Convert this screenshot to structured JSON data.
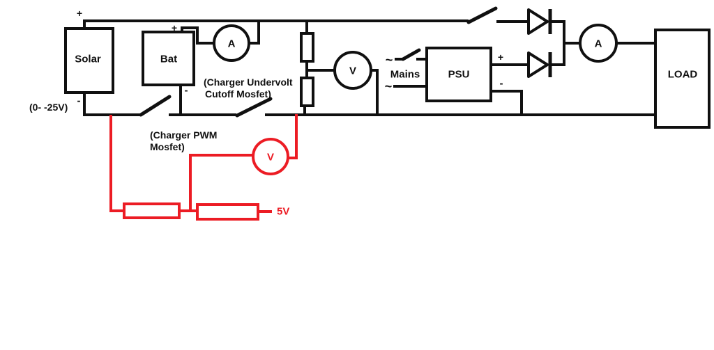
{
  "colors": {
    "ink": "#101010",
    "accent_red": "#ec1c24",
    "background": "#ffffff"
  },
  "components": {
    "solar": {
      "label": "Solar",
      "plus": "+",
      "minus": "-",
      "range_note": "(0- -25V)"
    },
    "battery": {
      "label": "Bat",
      "plus": "+",
      "minus": "-"
    },
    "battery_ammeter": {
      "label": "A"
    },
    "divider_voltmeter": {
      "label": "V"
    },
    "mains": {
      "label": "Mains",
      "ac_top": "~",
      "ac_bottom": "~"
    },
    "psu": {
      "label": "PSU",
      "plus": "+",
      "minus": "-"
    },
    "load_ammeter": {
      "label": "A"
    },
    "load": {
      "label": "LOAD"
    },
    "pwm_voltmeter": {
      "label": "V"
    },
    "pwm_supply": {
      "label": "5V"
    }
  },
  "annotations": {
    "undervolt": {
      "line1": "(Charger Undervolt",
      "line2": "Cutoff Mosfet)"
    },
    "pwm": {
      "line1": "(Charger PWM",
      "line2": "Mosfet)"
    }
  }
}
